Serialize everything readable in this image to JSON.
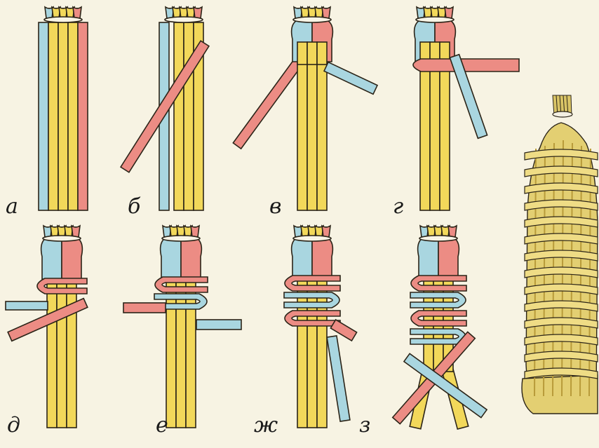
{
  "colors": {
    "background": "#f7f3e3",
    "yellow": "#f2d85a",
    "pink": "#ec8c84",
    "blue": "#a9d6e0",
    "outline": "#2b2418",
    "straw": "#e3cf72",
    "straw_dark": "#b89b3a"
  },
  "panels": [
    {
      "id": "a",
      "label": "а"
    },
    {
      "id": "b",
      "label": "б"
    },
    {
      "id": "v",
      "label": "в"
    },
    {
      "id": "g",
      "label": "г"
    },
    {
      "id": "d",
      "label": "д"
    },
    {
      "id": "e",
      "label": "е"
    },
    {
      "id": "zh",
      "label": "ж"
    },
    {
      "id": "z",
      "label": "з"
    }
  ],
  "finished_item": {
    "icon": "braided-straw-bundle-icon"
  }
}
